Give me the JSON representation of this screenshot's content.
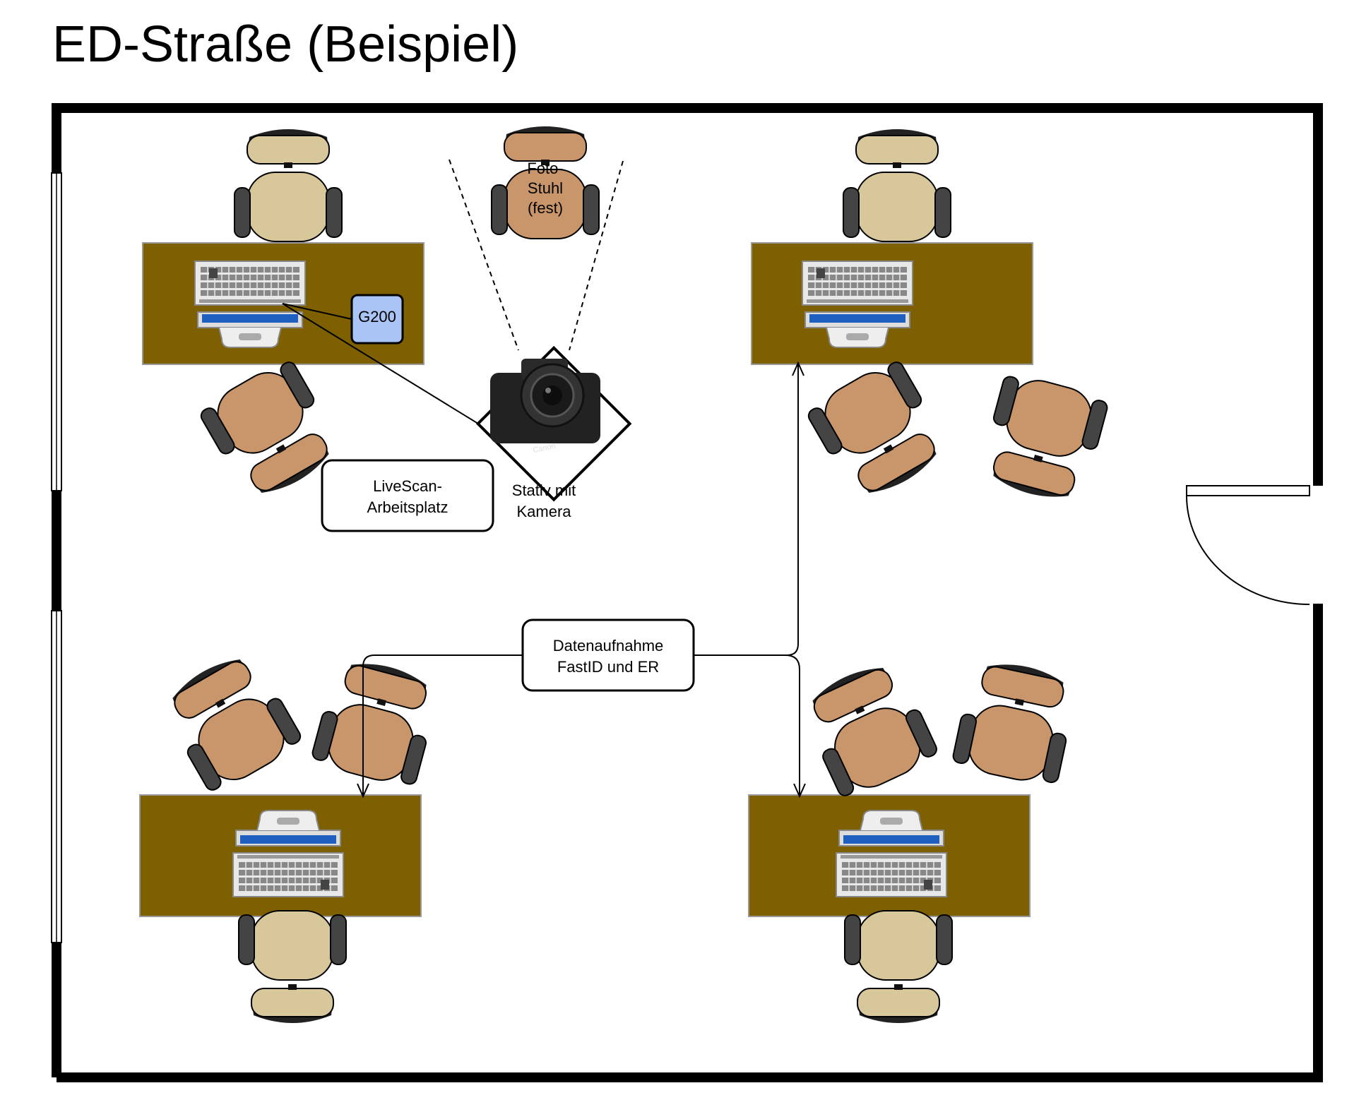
{
  "title": "ED-Straße (Beispiel)",
  "labels": {
    "foto_stuhl": [
      "Foto-",
      "Stuhl",
      "(fest)"
    ],
    "g200": "G200",
    "livescan": [
      "LiveScan-",
      "Arbeitsplatz"
    ],
    "stativ": [
      "Stativ mit",
      "Kamera"
    ],
    "datenaufnahme": [
      "Datenaufnahme",
      "FastID und ER"
    ],
    "camera_brand": "Canon"
  },
  "colors": {
    "desk": "#7f6000",
    "chair_beige": "#d8c79a",
    "chair_brown": "#c8966a",
    "armrest": "#444444",
    "wall": "#000000",
    "device_blue": "#a9c4f5",
    "screen_blue": "#1f5fbf"
  }
}
